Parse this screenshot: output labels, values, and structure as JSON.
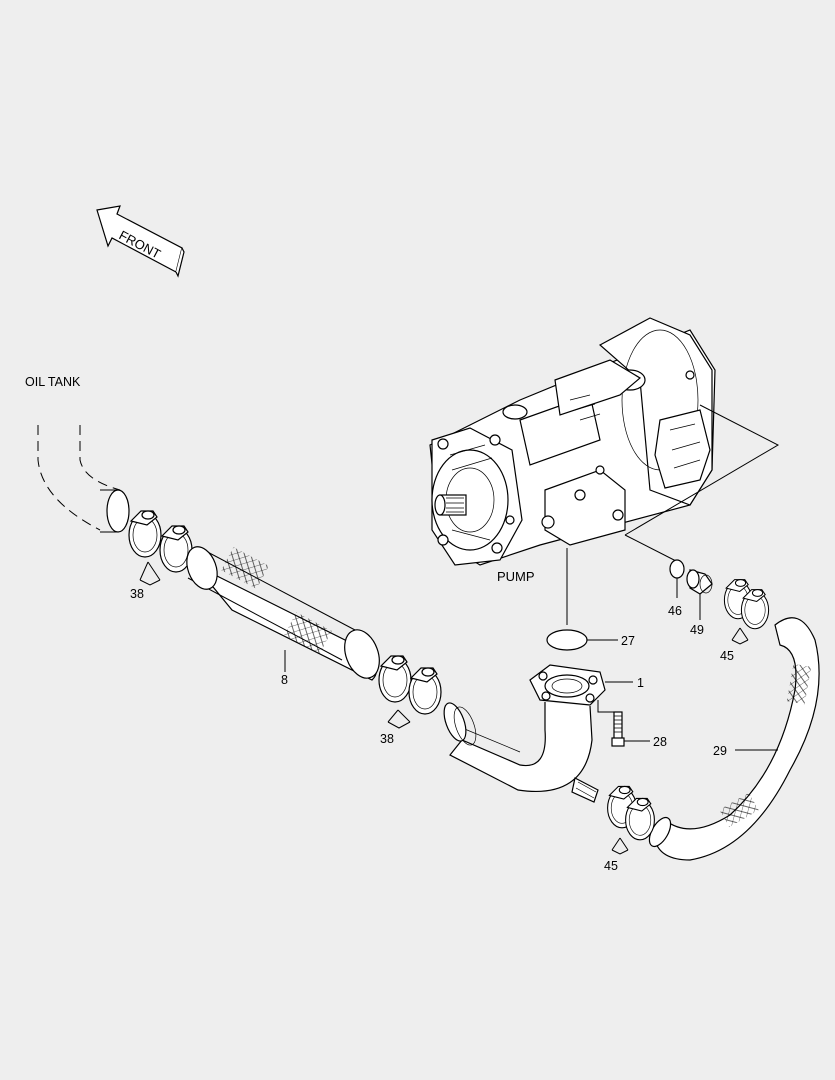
{
  "labels": {
    "front": "FRONT",
    "oil_tank": "OIL TANK",
    "pump": "PUMP"
  },
  "callouts": {
    "c38_top": "38",
    "c8": "8",
    "c38_mid": "38",
    "c27": "27",
    "c1": "1",
    "c28": "28",
    "c46": "46",
    "c49": "49",
    "c45_top": "45",
    "c29": "29",
    "c45_bottom": "45"
  },
  "colors": {
    "background": "#eeeeee",
    "line": "#000000",
    "part_fill": "#ffffff"
  }
}
